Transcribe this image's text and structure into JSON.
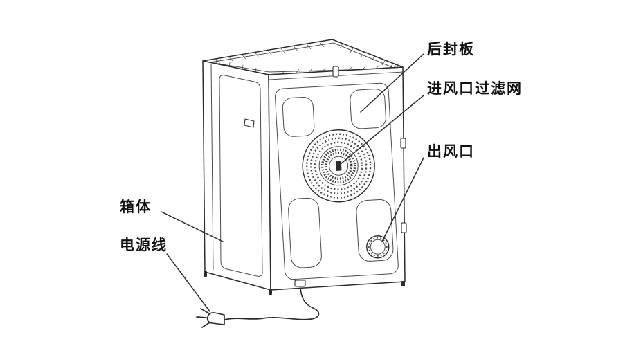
{
  "figure": {
    "colors": {
      "line": "#2b2b2b",
      "background": "#ffffff",
      "text": "#111111"
    },
    "labels": {
      "rear_panel": "后封板",
      "inlet_filter": "进风口过滤网",
      "air_outlet": "出风口",
      "cabinet": "箱体",
      "power_cord": "电源线"
    }
  }
}
